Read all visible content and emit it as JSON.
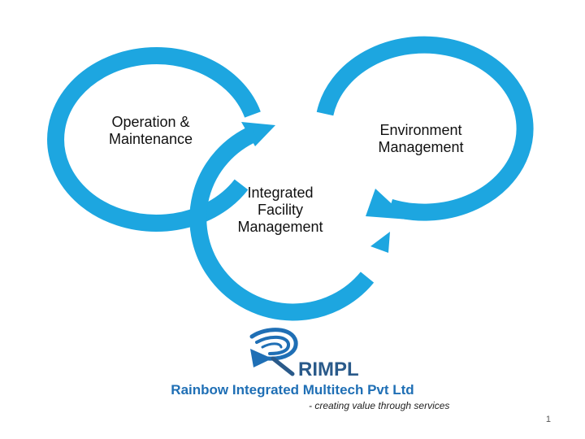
{
  "colors": {
    "ring": "#1da6e0",
    "brand": "#1f6fb5",
    "brand_dark": "#2a5a8a",
    "text": "#111111"
  },
  "diagram": {
    "nodes": [
      {
        "id": "om",
        "lines": [
          "Operation &",
          "Maintenance"
        ]
      },
      {
        "id": "em",
        "lines": [
          "Environment",
          "Management"
        ]
      },
      {
        "id": "ifm",
        "lines": [
          "Integrated",
          "Facility",
          "Management"
        ]
      }
    ]
  },
  "logo": {
    "text": "RIMPL",
    "icon": "swirl-r-logo"
  },
  "company": {
    "name": "Rainbow Integrated Multitech Pvt Ltd",
    "tagline": "- creating value through services"
  },
  "page_number": "1"
}
